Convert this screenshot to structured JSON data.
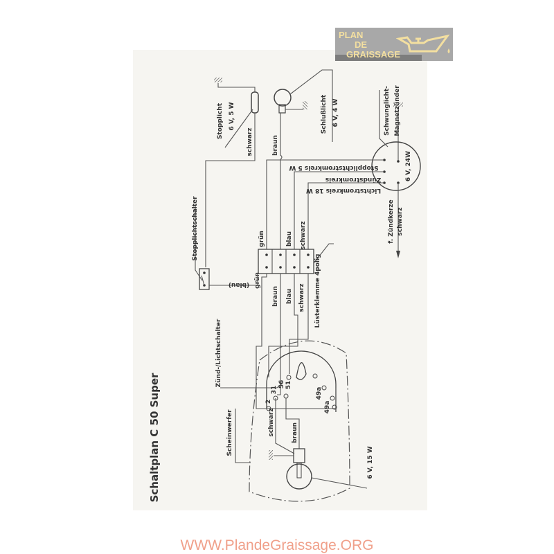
{
  "logo": {
    "line1": "PLAN",
    "line2": "DE",
    "line3": "GRAISSAGE",
    "icon": "oil-can-icon"
  },
  "title": "Schaltplan C 50 Super",
  "components": {
    "stoplight": {
      "name": "Stopplicht",
      "rating": "6 V, 5 W",
      "wire": "schwarz"
    },
    "taillight": {
      "name": "Schlußlicht",
      "rating": "6 V, 4 W",
      "wire": "braun"
    },
    "magneto": {
      "name1": "Schwunglicht-",
      "name2": "Magnetzünder",
      "rating": "6 V, 24W",
      "spark": "f. Zündkerze",
      "spark_wire": "schwarz"
    },
    "circuits": {
      "stop": "Stopplichtstromkreis  5 W",
      "ignition": "Zündstromkreis",
      "light": "Lichtstromkreis  18 W"
    },
    "stop_switch": {
      "name": "Stopplichtschalter",
      "wire": "(blau)"
    },
    "terminal": {
      "name": "Lüsterklemme 4polig",
      "top_wires": [
        "grün",
        "blau",
        "schwarz"
      ],
      "bottom_wires": [
        "grün",
        "braun",
        "blau",
        "schwarz"
      ]
    },
    "switch": {
      "name": "Zünd-/Lichtschalter",
      "terminals": [
        "2",
        "31",
        "56",
        "51",
        "49a",
        "49a"
      ]
    },
    "headlight": {
      "name": "Scheinwerfer",
      "rating": "6 V, 15 W",
      "wire1": "schwarz",
      "wire2": "braun"
    }
  },
  "footer": "WWW.PlandeGraissage.ORG"
}
